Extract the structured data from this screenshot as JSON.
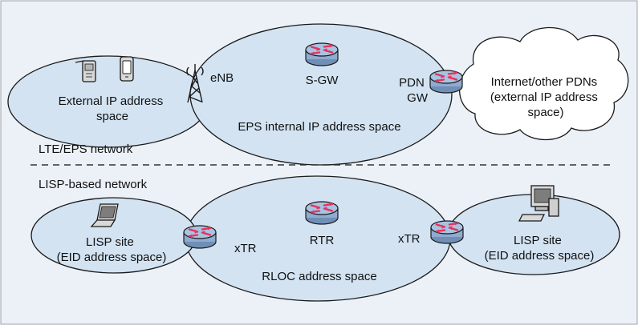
{
  "colors": {
    "panel_bg": "#ecf1f8",
    "panel_border": "#9aa0a6",
    "ellipse_fill": "#d3e3f2",
    "ellipse_stroke": "#1a1a1a",
    "cloud_fill": "#ffffff",
    "router_top": "#a9c3e2",
    "router_arrow": "#e5325b",
    "dashed_line": "#333333",
    "text": "#111111"
  },
  "lte": {
    "section_label": "LTE/EPS network",
    "external_ip_label": [
      "External IP address",
      "space"
    ],
    "enb_label": "eNB",
    "sgw_label": "S-GW",
    "pdn_gw_label": [
      "PDN",
      "GW"
    ],
    "eps_space_label": "EPS internal IP address space",
    "internet_label": [
      "Internet/other PDNs",
      "(external IP address",
      "space)"
    ]
  },
  "lisp": {
    "section_label": "LISP-based network",
    "left_site_label": [
      "LISP site",
      "(EID address space)"
    ],
    "left_xtr_label": "xTR",
    "rtr_label": "RTR",
    "right_xtr_label": "xTR",
    "rloc_label": "RLOC address space",
    "right_site_label": [
      "LISP site",
      "(EID address space)"
    ]
  },
  "icons": [
    "mobile-phone-icon",
    "pda-icon",
    "antenna-tower-icon",
    "router-icon",
    "laptop-icon",
    "desktop-computer-icon",
    "cloud-icon"
  ]
}
